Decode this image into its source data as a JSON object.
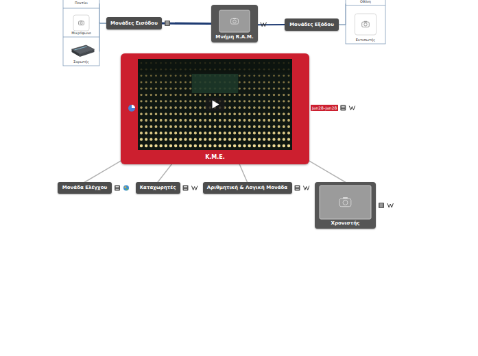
{
  "diagram": {
    "nodes": [
      {
        "text": [
          "Ποντίκι"
        ]
      },
      {
        "text": [
          "Οθόνη"
        ]
      },
      {
        "text": [
          "Μονάδες Εισόδου"
        ]
      },
      {
        "text": [
          "Μνήμη R.A.M."
        ]
      },
      {
        "text": [
          "Μονάδες Εξόδου"
        ]
      },
      {
        "text": [
          "Μικρόφωνο"
        ]
      },
      {
        "text": [
          "Εκτυπωτής"
        ]
      },
      {
        "text": [
          "Σαρωτής"
        ]
      },
      {
        "text": [
          "Κ.Μ.Ε."
        ]
      },
      {
        "text": [
          "Μονάδα Ελέγχου"
        ]
      },
      {
        "text": [
          "Καταχωρητές"
        ]
      },
      {
        "text": [
          "Αριθμητική & Λογική Μονάδα"
        ]
      },
      {
        "text": [
          "Χρονιστής"
        ]
      }
    ],
    "edges": [
      {
        "from": 3,
        "to": 2,
        "arrow": "none"
      },
      {
        "from": 3,
        "to": 4,
        "arrow": "none"
      },
      {
        "from": 2,
        "to": 0,
        "arrow": "none"
      },
      {
        "from": 2,
        "to": 5,
        "arrow": "none"
      },
      {
        "from": 2,
        "to": 7,
        "arrow": "none"
      },
      {
        "from": 4,
        "to": 1,
        "arrow": "none"
      },
      {
        "from": 4,
        "to": 6,
        "arrow": "none"
      },
      {
        "from": 8,
        "to": 9,
        "arrow": "none"
      },
      {
        "from": 8,
        "to": 10,
        "arrow": "none"
      },
      {
        "from": 8,
        "to": 11,
        "arrow": "none"
      },
      {
        "from": 8,
        "to": 12,
        "arrow": "none"
      }
    ],
    "labels": [
      "Jan28-Jan28"
    ]
  }
}
